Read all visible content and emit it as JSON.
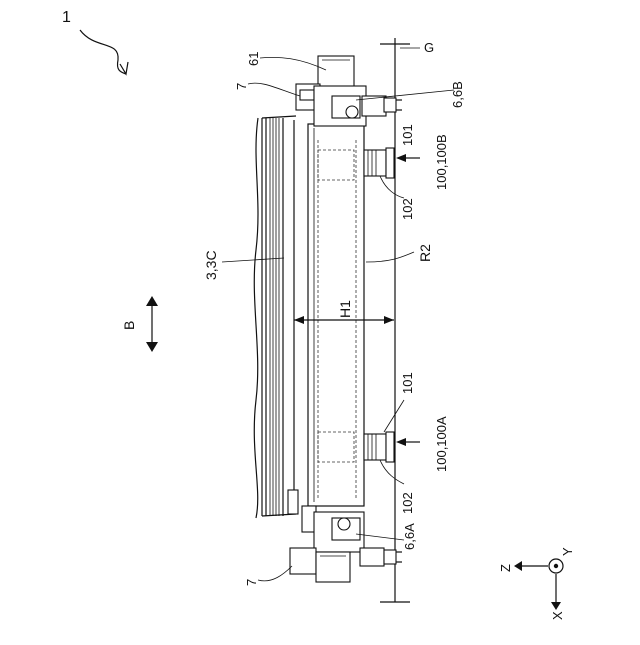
{
  "figure": {
    "number": "1",
    "labels": {
      "g": "G",
      "ref_61": "61",
      "ref_7_top": "7",
      "ref_6b": "6,6B",
      "ref_101_top": "101",
      "ref_100b": "100,100B",
      "ref_102_top": "102",
      "ref_3c": "3,3C",
      "ref_r2": "R2",
      "ref_b": "B",
      "ref_h1": "H1",
      "ref_101_bottom": "101",
      "ref_100a": "100,100A",
      "ref_102_bottom": "102",
      "ref_6a": "6,6A",
      "ref_7_bottom": "7"
    },
    "axes": {
      "z": "Z",
      "y": "Y",
      "x": "X"
    }
  }
}
